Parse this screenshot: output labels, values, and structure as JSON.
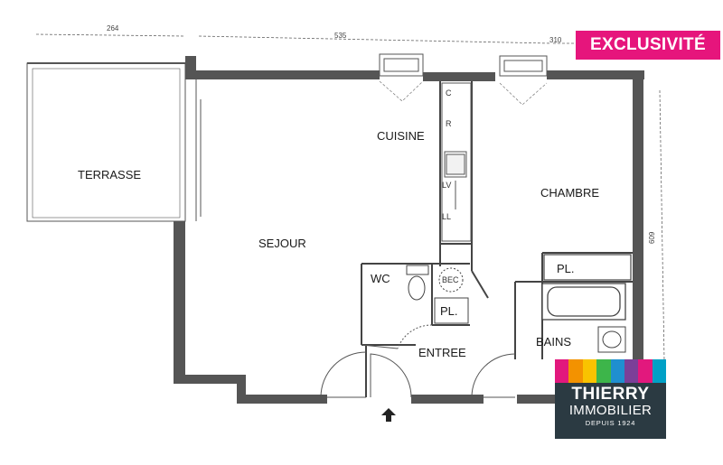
{
  "badge": {
    "label": "EXCLUSIVITÉ",
    "color": "#e6157c"
  },
  "dimensions": {
    "terrace_width": "264",
    "living_width": "535",
    "bedroom_width": "310",
    "bedroom_height": "609"
  },
  "rooms": {
    "terrasse": "TERRASSE",
    "cuisine": "CUISINE",
    "chambre": "CHAMBRE",
    "sejour": "SEJOUR",
    "wc": "WC",
    "entree": "ENTREE",
    "bains": "BAINS",
    "placard_wc": "PL.",
    "placard_chambre": "PL.",
    "bec": "BEC"
  },
  "kitchen_labels": {
    "c": "C",
    "r": "R",
    "lv": "LV",
    "ll": "LL"
  },
  "logo": {
    "line1": "THIERRY",
    "line2": "IMMOBILIER",
    "line3": "DEPUIS 1924",
    "colors": [
      "#e2187d",
      "#f39200",
      "#f9c300",
      "#3db54a",
      "#1f8fd0",
      "#7b3f98",
      "#e2187d",
      "#00a0c6"
    ]
  },
  "entrance_arrow": "arrow-up-icon"
}
